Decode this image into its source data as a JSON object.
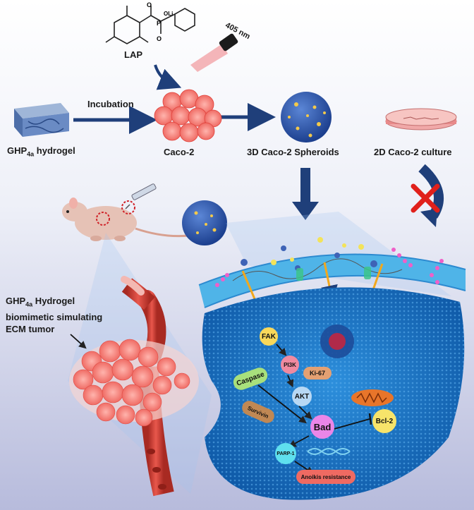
{
  "labels": {
    "lap": "LAP",
    "laser": "405 nm",
    "incubation": "Incubation",
    "hydrogel_prefix": "GHP",
    "hydrogel_sub": "4a",
    "hydrogel_suffix": " hydrogel",
    "caco2": "Caco-2",
    "spheroids": "3D Caco-2 Spheroids",
    "culture2d": "2D Caco-2  culture",
    "ecm_line1_prefix": "GHP",
    "ecm_line1_sub": "4a",
    "ecm_line1_suffix": " Hydrogel",
    "ecm_line2": "biomimetic simulating",
    "ecm_line3": "ECM  tumor"
  },
  "pathway": {
    "fak": "FAK",
    "pi3k": "PI3K",
    "ki67": "Ki-67",
    "akt": "AKT",
    "caspase": "Caspase",
    "survivin": "Survivin",
    "bad": "Bad",
    "bcl2": "Bcl-2",
    "parp1": "PARP-1",
    "anoikis": "Anoikis resistance"
  },
  "colors": {
    "arrow": "#1f3f7a",
    "cell": "#1e78c8",
    "membrane": "#4fb4e8",
    "cross": "#e0201b",
    "tumor": "#e85a55",
    "vessel": "#c93a30"
  }
}
